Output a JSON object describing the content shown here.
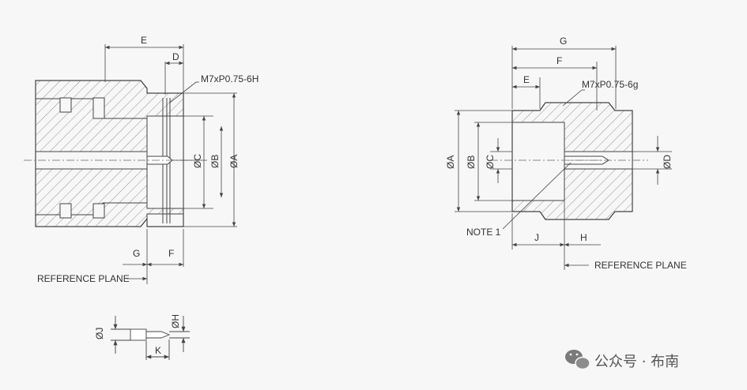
{
  "left_drawing": {
    "dims": {
      "E": "E",
      "D": "D",
      "G": "G",
      "F": "F",
      "C": "ØC",
      "B": "ØB",
      "A": "ØA"
    },
    "thread": "M7xP0.75-6H",
    "reference_plane": "REFERENCE PLANE"
  },
  "pin_detail": {
    "J": "ØJ",
    "H": "ØH",
    "K": "K"
  },
  "right_drawing": {
    "dims": {
      "G": "G",
      "F": "F",
      "E": "E",
      "A": "ØA",
      "B": "ØB",
      "C": "ØC",
      "D": "ØD",
      "J": "J",
      "H": "H"
    },
    "thread": "M7xP0.75-6g",
    "note": "NOTE 1",
    "reference_plane": "REFERENCE PLANE"
  },
  "watermark": {
    "text": "公众号 · 布南",
    "icon": "wechat-icon"
  }
}
